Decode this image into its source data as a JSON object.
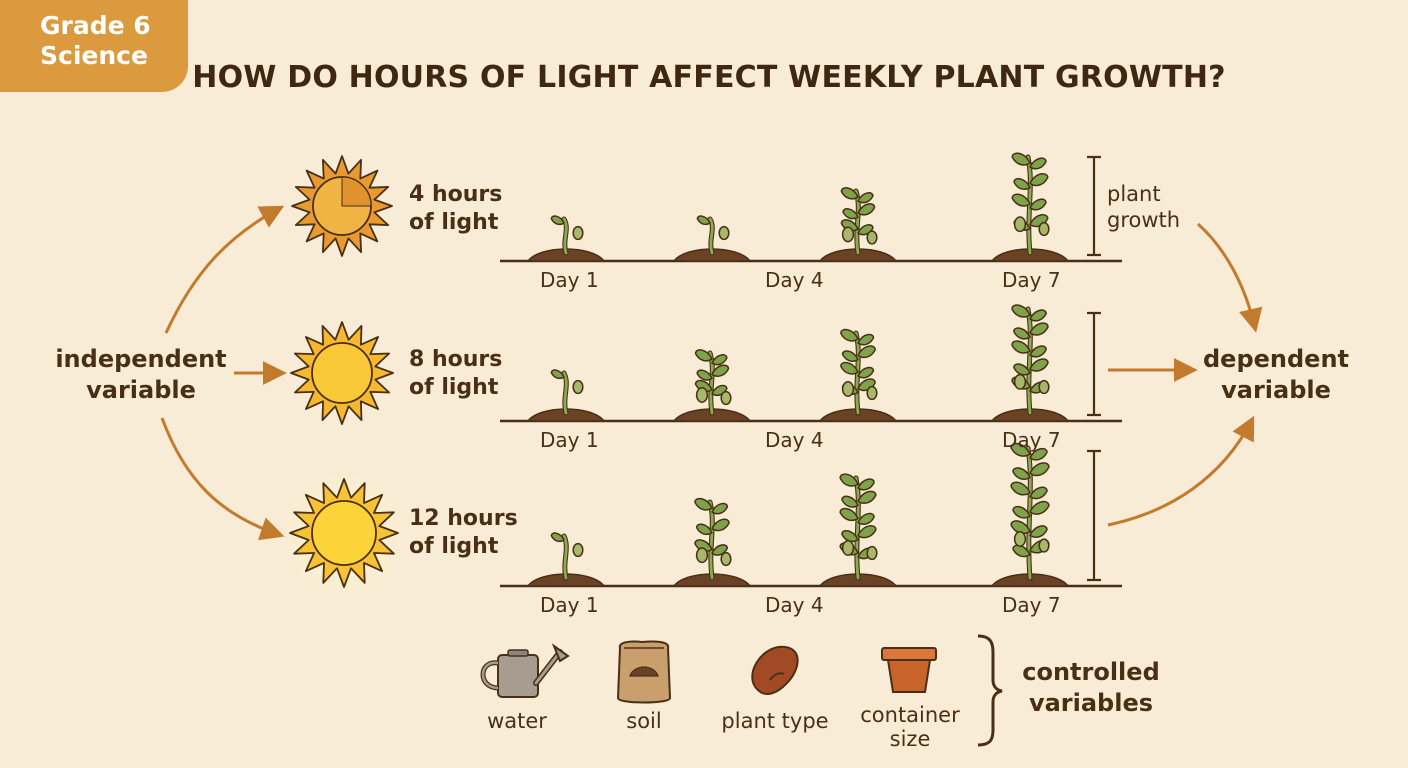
{
  "badge": {
    "line1": "Grade 6",
    "line2": "Science"
  },
  "title": "HOW DO HOURS OF LIGHT AFFECT WEEKLY PLANT GROWTH?",
  "independent_variable": {
    "line1": "independent",
    "line2": "variable"
  },
  "dependent_variable": {
    "line1": "dependent",
    "line2": "variable"
  },
  "rows": [
    {
      "light": {
        "line1": "4 hours",
        "line2": "of light"
      },
      "sun": "dim-partial-sun-icon",
      "days": [
        "Day 1",
        "Day 4",
        "Day 7"
      ]
    },
    {
      "light": {
        "line1": "8 hours",
        "line2": "of light"
      },
      "sun": "sun-icon",
      "days": [
        "Day 1",
        "Day 4",
        "Day 7"
      ]
    },
    {
      "light": {
        "line1": "12 hours",
        "line2": "of light"
      },
      "sun": "bright-sun-icon",
      "days": [
        "Day 1",
        "Day 4",
        "Day 7"
      ]
    }
  ],
  "plant_growth": {
    "line1": "plant",
    "line2": "growth"
  },
  "controlled": {
    "label": {
      "line1": "controlled",
      "line2": "variables"
    },
    "items": [
      {
        "label": "water",
        "icon": "watering-can-icon"
      },
      {
        "label": "soil",
        "icon": "soil-bag-icon"
      },
      {
        "label": "plant type",
        "icon": "bean-seed-icon"
      },
      {
        "label1": "container",
        "label2": "size",
        "icon": "flower-pot-icon"
      }
    ]
  },
  "colors": {
    "background": "#f8ecd6",
    "badge": "#dc9a3e",
    "text": "#4a2f17",
    "arrow": "#c27a2c",
    "leaf": "#7fa34a",
    "soil": "#6b4226"
  }
}
